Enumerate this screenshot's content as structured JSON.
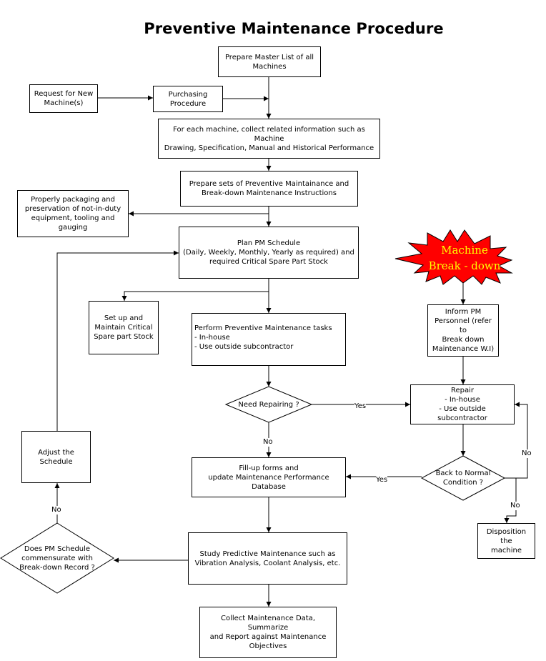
{
  "title": "Preventive Maintenance Procedure",
  "nodes": {
    "master_list": "Prepare Master List of all\nMachines",
    "request_new": "Request for New\nMachine(s)",
    "purchasing": "Purchasing\nProcedure",
    "collect_info": "For each machine, collect related information such as Machine\nDrawing, Specification, Manual and Historical Performance",
    "prepare_sets": "Prepare sets of Preventive Maintainance and\nBreak-down Maintenance Instructions",
    "packaging": "Properly packaging and\npreservation of not-in-duty\nequipment, tooling and gauging",
    "plan_pm": "Plan PM Schedule\n(Daily, Weekly, Monthly, Yearly as required) and\nrequired Critical Spare Part Stock",
    "spare_stock": "Set up and\nMaintain Critical\nSpare part Stock",
    "perform_pm": "Perform Preventive Maintenance tasks\n- In-house\n- Use outside subcontractor",
    "need_repair": "Need Repairing ?",
    "machine_breakdown": "Machine\nBreak - down",
    "inform_pm": "Inform PM\nPersonnel (refer to\nBreak down\nMaintenance W.I)",
    "repair": "Repair\n- In-house\n- Use outside subcontractor",
    "back_normal": "Back to Normal\nCondition ?",
    "disposition": "Disposition the\nmachine",
    "fill_forms": "Fill-up forms and\nupdate Maintenance Performance\nDatabase",
    "adjust_schedule": "Adjust the\nSchedule",
    "does_pm": "Does PM Schedule\ncommensurate with\nBreak-down Record ?",
    "study_predictive": "Study Predictive Maintenance such as\nVibration Analysis, Coolant Analysis, etc.",
    "collect_data": "Collect Maintenance Data, Summarize\nand Report against Maintenance\nObjectives"
  },
  "edge_labels": {
    "need_repair_yes": "Yes",
    "need_repair_no": "No",
    "back_normal_yes": "Yes",
    "back_normal_no_loop": "No",
    "back_normal_no_dispose": "No",
    "does_pm_no": "No"
  },
  "colors": {
    "burst_fill": "#ff0000",
    "burst_text": "#ffff00",
    "line": "#000000"
  }
}
